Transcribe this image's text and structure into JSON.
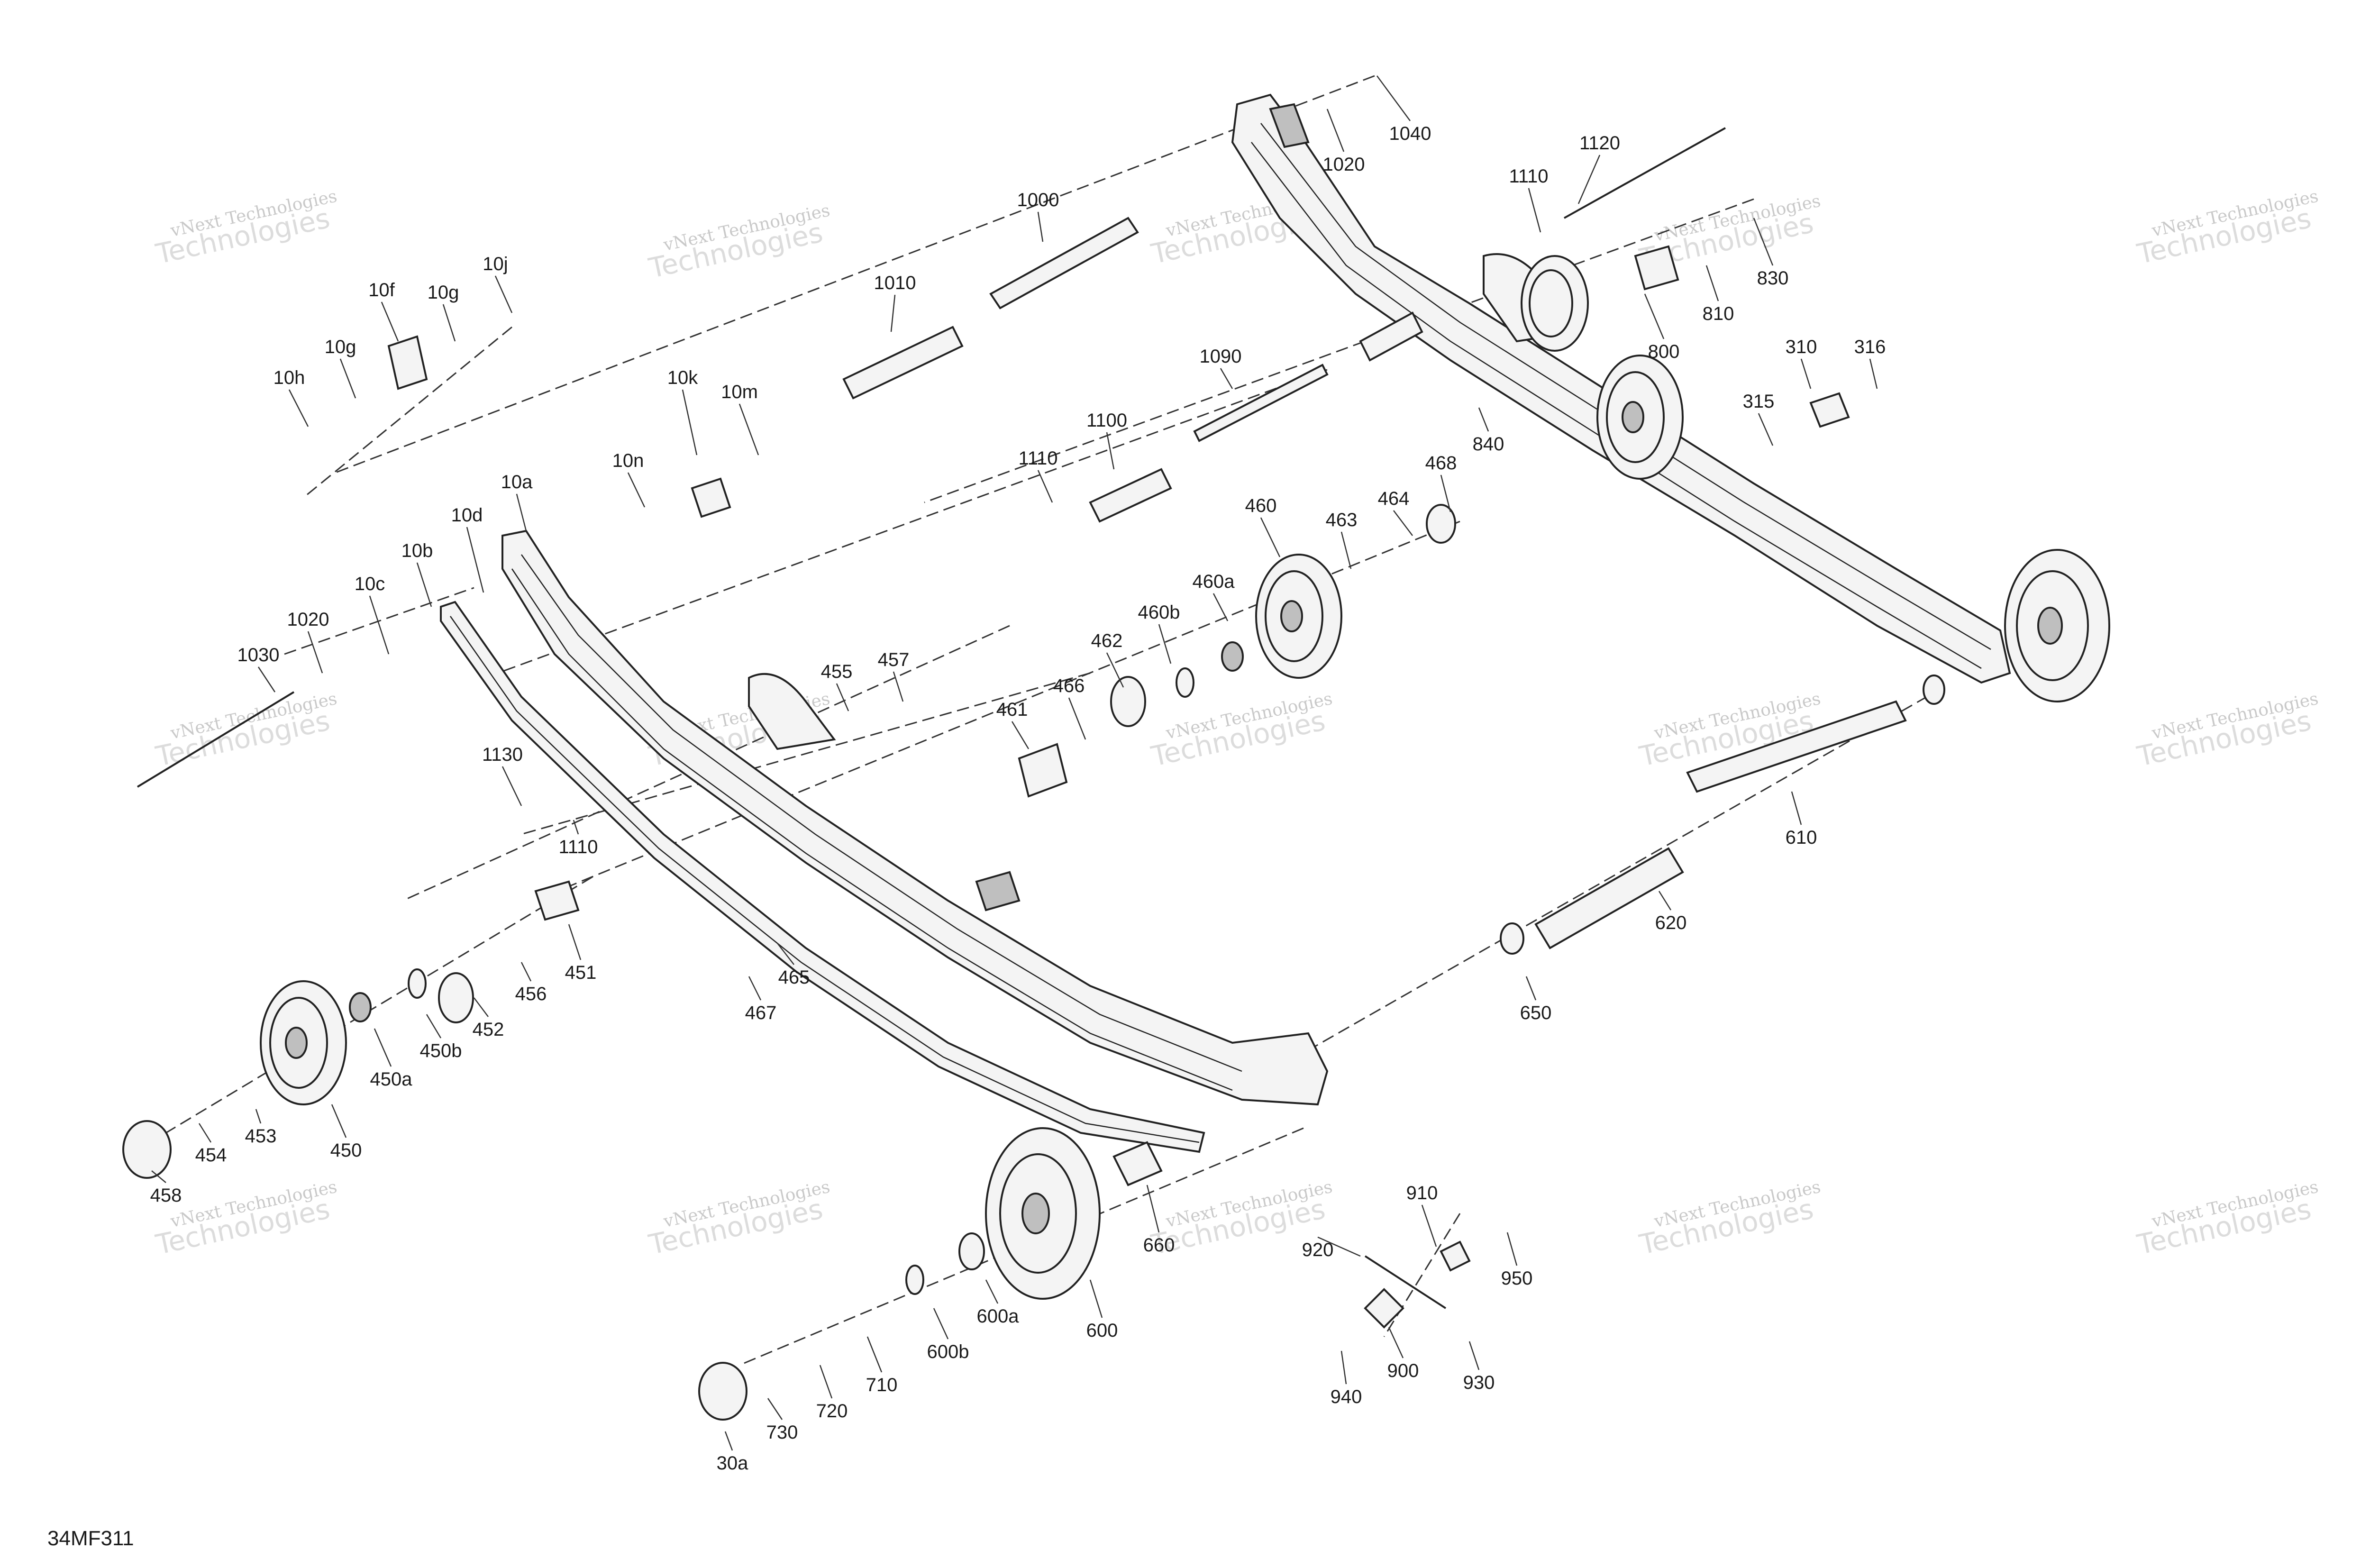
{
  "doc_id": "34MF311",
  "watermark": {
    "line1": "vNext Technologies",
    "line2": "Technologies"
  },
  "callouts": [
    {
      "key": "1040",
      "text": "1040"
    },
    {
      "key": "1020a",
      "text": "1020"
    },
    {
      "key": "1120",
      "text": "1120"
    },
    {
      "key": "1110a",
      "text": "1110"
    },
    {
      "key": "830",
      "text": "830"
    },
    {
      "key": "810",
      "text": "810"
    },
    {
      "key": "800",
      "text": "800"
    },
    {
      "key": "1000",
      "text": "1000"
    },
    {
      "key": "1010",
      "text": "1010"
    },
    {
      "key": "1090",
      "text": "1090"
    },
    {
      "key": "310",
      "text": "310"
    },
    {
      "key": "316",
      "text": "316"
    },
    {
      "key": "315",
      "text": "315"
    },
    {
      "key": "840",
      "text": "840"
    },
    {
      "key": "1100",
      "text": "1100"
    },
    {
      "key": "1110b",
      "text": "1110"
    },
    {
      "key": "468",
      "text": "468"
    },
    {
      "key": "464",
      "text": "464"
    },
    {
      "key": "463",
      "text": "463"
    },
    {
      "key": "460",
      "text": "460"
    },
    {
      "key": "460a",
      "text": "460a"
    },
    {
      "key": "460b",
      "text": "460b"
    },
    {
      "key": "462",
      "text": "462"
    },
    {
      "key": "466",
      "text": "466"
    },
    {
      "key": "461",
      "text": "461"
    },
    {
      "key": "455",
      "text": "455"
    },
    {
      "key": "457",
      "text": "457"
    },
    {
      "key": "10j",
      "text": "10j"
    },
    {
      "key": "10f",
      "text": "10f"
    },
    {
      "key": "10g1",
      "text": "10g"
    },
    {
      "key": "10g2",
      "text": "10g"
    },
    {
      "key": "10h",
      "text": "10h"
    },
    {
      "key": "10m",
      "text": "10m"
    },
    {
      "key": "10k",
      "text": "10k"
    },
    {
      "key": "10n",
      "text": "10n"
    },
    {
      "key": "10a",
      "text": "10a"
    },
    {
      "key": "10d",
      "text": "10d"
    },
    {
      "key": "10b",
      "text": "10b"
    },
    {
      "key": "10c",
      "text": "10c"
    },
    {
      "key": "1020b",
      "text": "1020"
    },
    {
      "key": "1030",
      "text": "1030"
    },
    {
      "key": "1130",
      "text": "1130"
    },
    {
      "key": "1110c",
      "text": "1110"
    },
    {
      "key": "451",
      "text": "451"
    },
    {
      "key": "456",
      "text": "456"
    },
    {
      "key": "452",
      "text": "452"
    },
    {
      "key": "450b",
      "text": "450b"
    },
    {
      "key": "450a",
      "text": "450a"
    },
    {
      "key": "450",
      "text": "450"
    },
    {
      "key": "453",
      "text": "453"
    },
    {
      "key": "454",
      "text": "454"
    },
    {
      "key": "458",
      "text": "458"
    },
    {
      "key": "465",
      "text": "465"
    },
    {
      "key": "467",
      "text": "467"
    },
    {
      "key": "610",
      "text": "610"
    },
    {
      "key": "620",
      "text": "620"
    },
    {
      "key": "650",
      "text": "650"
    },
    {
      "key": "660",
      "text": "660"
    },
    {
      "key": "600",
      "text": "600"
    },
    {
      "key": "600a",
      "text": "600a"
    },
    {
      "key": "600b",
      "text": "600b"
    },
    {
      "key": "710",
      "text": "710"
    },
    {
      "key": "720",
      "text": "720"
    },
    {
      "key": "730",
      "text": "730"
    },
    {
      "key": "30a",
      "text": "30a"
    },
    {
      "key": "910",
      "text": "910"
    },
    {
      "key": "920",
      "text": "920"
    },
    {
      "key": "950",
      "text": "950"
    },
    {
      "key": "900",
      "text": "900"
    },
    {
      "key": "930",
      "text": "930"
    },
    {
      "key": "940",
      "text": "940"
    }
  ]
}
